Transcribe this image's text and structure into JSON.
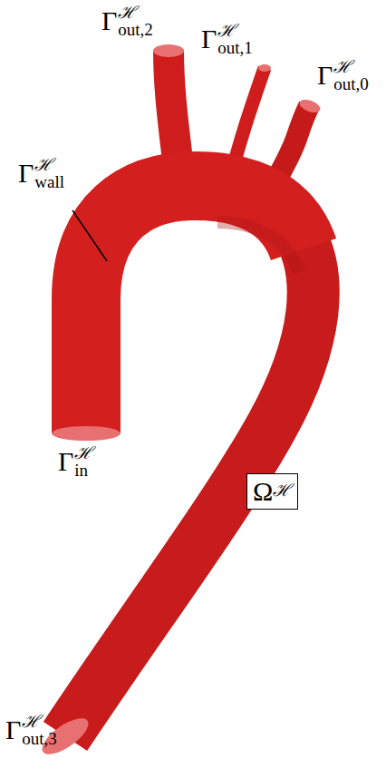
{
  "diagram": {
    "nodes": [
      {
        "text": [
          "Ω",
          "ℋ"
        ]
      }
    ],
    "labels": [
      "Γ",
      "ℋ",
      "out,2",
      "Γ",
      "ℋ",
      "out,1",
      "Γ",
      "ℋ",
      "out,0",
      "Γ",
      "ℋ",
      "wall",
      "Γ",
      "ℋ",
      "in",
      "Γ",
      "ℋ",
      "out,3"
    ]
  }
}
